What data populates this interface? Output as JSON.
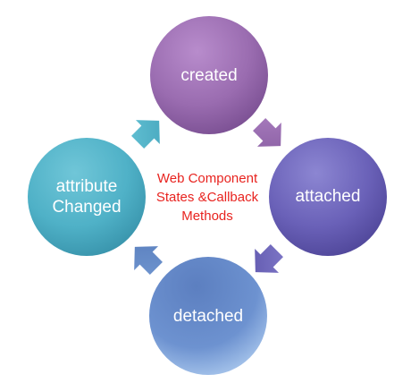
{
  "diagram": {
    "center_title": {
      "line1": "Web Component",
      "line2": "States &Callback",
      "line3": "Methods"
    },
    "nodes": {
      "created": "created",
      "attached": "attached",
      "detached": "detached",
      "attribute_changed_line1": "attribute",
      "attribute_changed_line2": "Changed"
    },
    "colors": {
      "created": "#9a6cb0",
      "attached": "#6a61b8",
      "detached": "#5f86c6",
      "attribute_changed": "#4fb1c7",
      "center_text": "#e8231f"
    }
  }
}
